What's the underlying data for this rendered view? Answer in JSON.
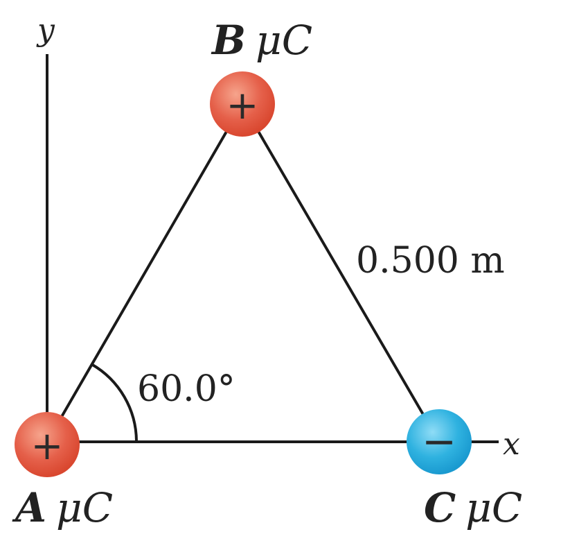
{
  "axes": {
    "x_label": "x",
    "y_label": "y"
  },
  "charges": [
    {
      "id": "A",
      "letter": "A",
      "unit": "μC",
      "sign": "+",
      "color": "#e0533f"
    },
    {
      "id": "B",
      "letter": "B",
      "unit": "μC",
      "sign": "+",
      "color": "#e0533f"
    },
    {
      "id": "C",
      "letter": "C",
      "unit": "μC",
      "sign": "−",
      "color": "#1ea6d8"
    }
  ],
  "annotations": {
    "side_length": "0.500 m",
    "angle": "60.0°"
  }
}
